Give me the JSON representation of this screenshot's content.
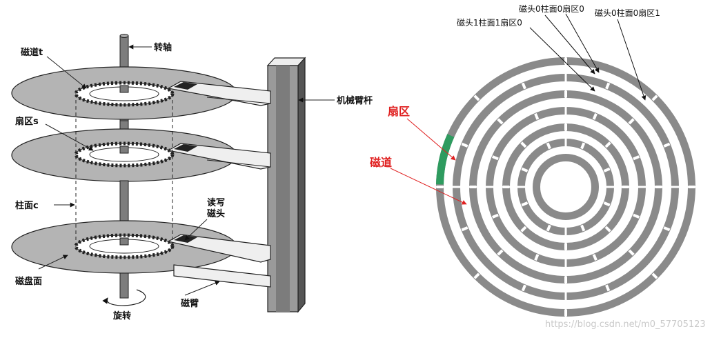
{
  "left_figure": {
    "labels": {
      "track": "磁道t",
      "spindle": "转轴",
      "arm_rod": "机械臂杆",
      "sector": "扇区s",
      "cylinder": "柱面c",
      "rw_head_line1": "读写",
      "rw_head_line2": "磁头",
      "platter_surface": "磁盘面",
      "arm": "磁臂",
      "rotation": "旋转"
    }
  },
  "right_figure": {
    "labels": {
      "h0_c0_s0": "磁头0柱面0扇区0",
      "h0_c0_s1": "磁头0柱面0扇区1",
      "h1_c1_s0": "磁头1柱面1扇区0",
      "sector": "扇区",
      "track": "磁道"
    },
    "colors": {
      "ring": "#8a8a8a",
      "highlight": "#2e9b5f",
      "arrow_black": "#111111",
      "arrow_red": "#e02020"
    }
  },
  "watermark": "https://blog.csdn.net/m0_57705123"
}
